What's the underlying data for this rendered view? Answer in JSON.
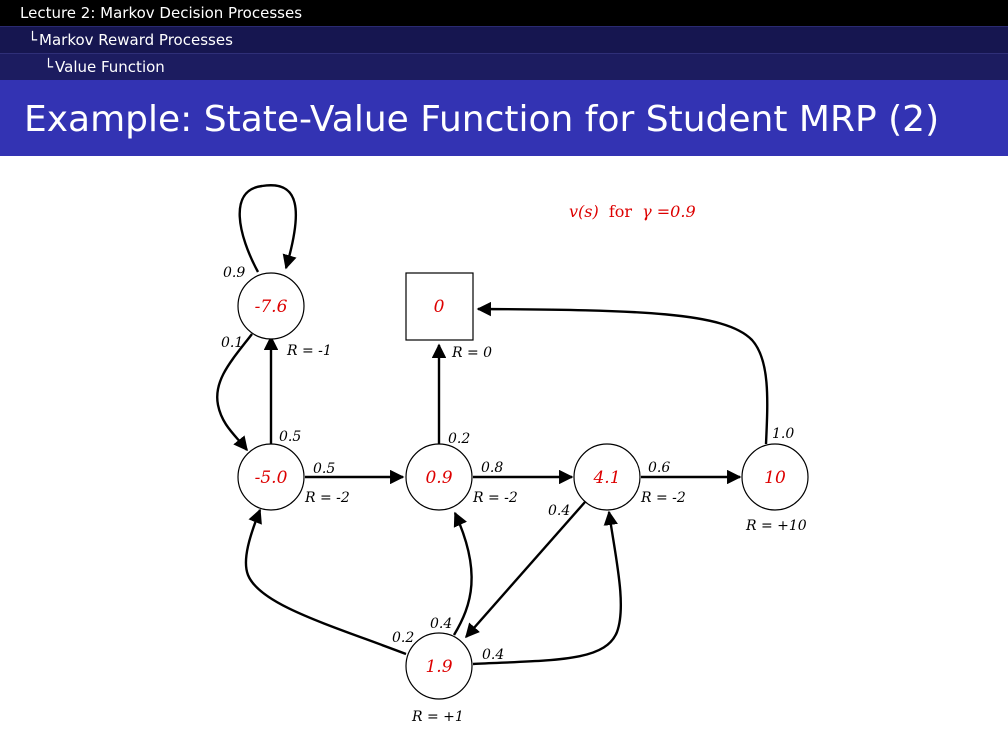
{
  "header": {
    "lecture": "Lecture 2: Markov Decision Processes",
    "section": "Markov Reward Processes",
    "subsection": "Value Function",
    "tree_glyph": "└"
  },
  "slide": {
    "title": "Example: State-Value Function for Student MRP (2)"
  },
  "diagram": {
    "legend": {
      "v": "v(s)",
      "for": "for",
      "gamma": "γ =0.9"
    },
    "nodes": {
      "top": {
        "value": "-7.6",
        "reward": "R = -1"
      },
      "terminal": {
        "value": "0",
        "reward": "R = 0"
      },
      "left": {
        "value": "-5.0",
        "reward": "R = -2"
      },
      "middle": {
        "value": "0.9",
        "reward": "R = -2"
      },
      "right": {
        "value": "4.1",
        "reward": "R = -2"
      },
      "far_right": {
        "value": "10",
        "reward": "R = +10"
      },
      "bottom": {
        "value": "1.9",
        "reward": "R = +1"
      }
    },
    "probabilities": {
      "top_self_loop": "0.9",
      "top_to_left": "0.1",
      "left_to_top": "0.5",
      "left_to_middle": "0.5",
      "middle_to_terminal": "0.2",
      "middle_to_right": "0.8",
      "right_to_far_right": "0.6",
      "right_to_bottom": "0.4",
      "far_right_to_terminal": "1.0",
      "bottom_to_left": "0.2",
      "bottom_to_middle": "0.4",
      "bottom_to_right": "0.4"
    },
    "colors": {
      "value_text": "#dd0000",
      "title_bar": "#3333b3"
    }
  }
}
